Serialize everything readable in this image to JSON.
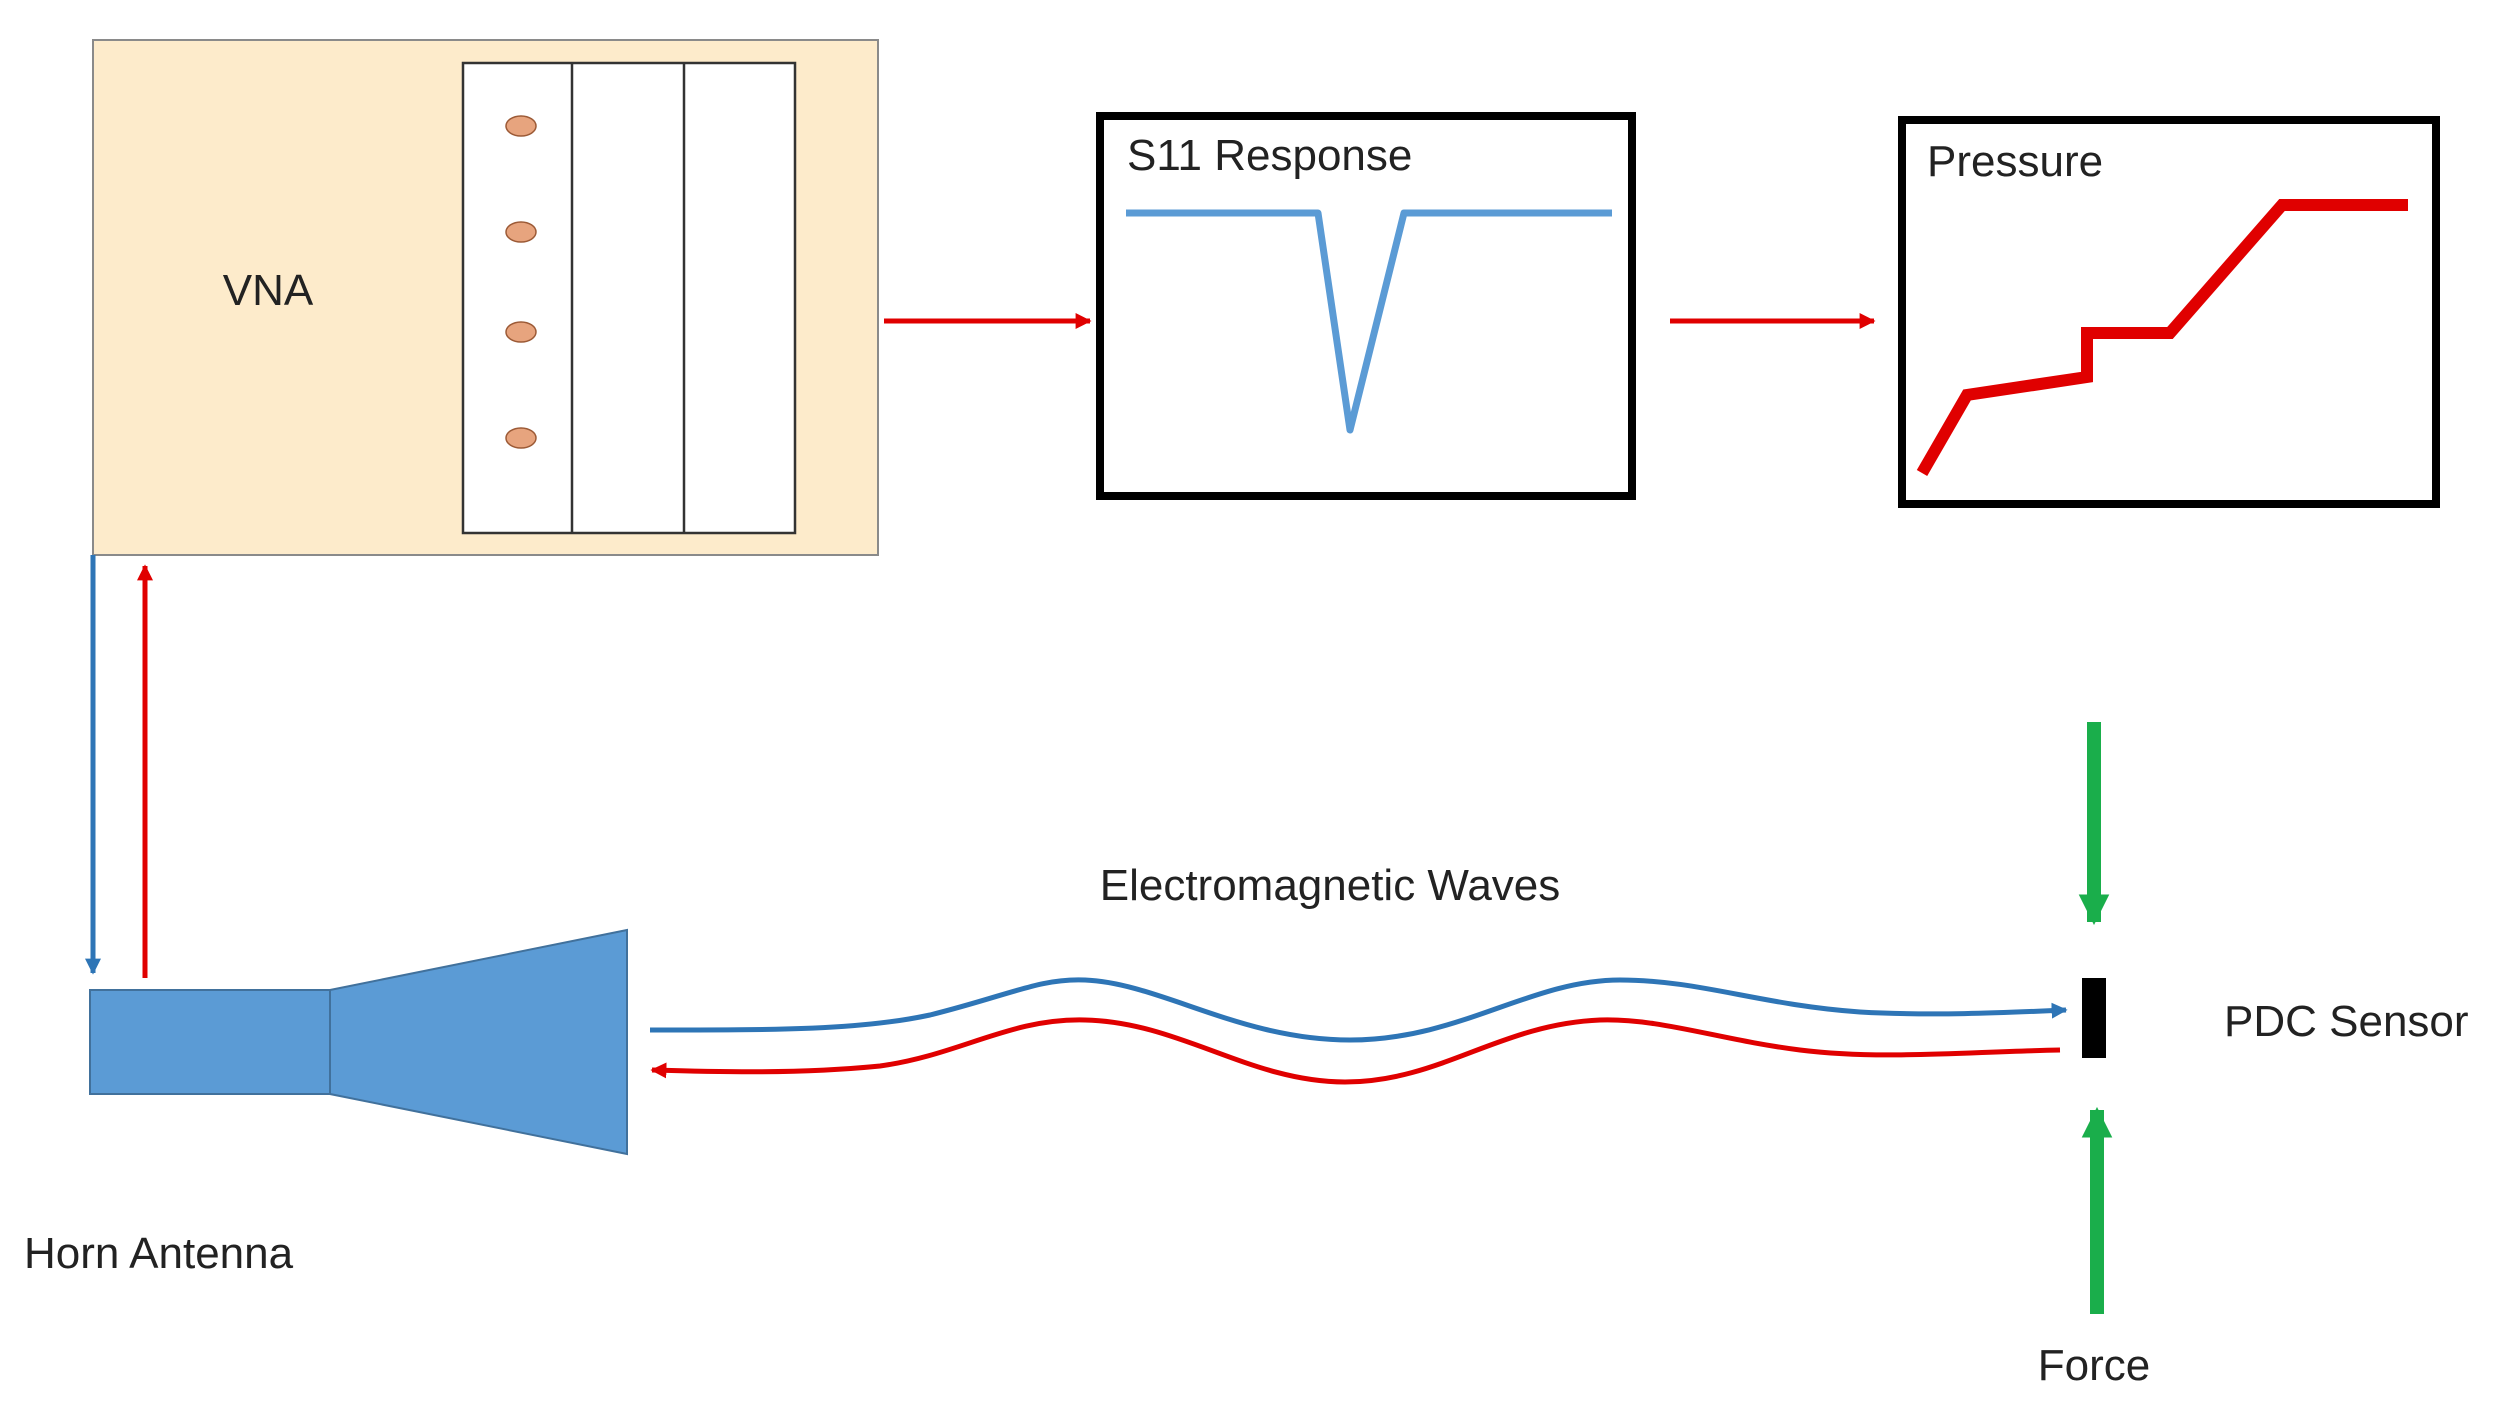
{
  "labels": {
    "vna": "VNA",
    "s11_response": "S11 Response",
    "pressure": "Pressure",
    "electromagnetic_waves": "Electromagnetic Waves",
    "pdc_sensor": "PDC Sensor",
    "horn_antenna": "Horn Antenna",
    "force": "Force"
  },
  "colors": {
    "vna_fill": "#FDEBCB",
    "signal_out": "#2E75B6",
    "signal_return": "#E00000",
    "antenna": "#5B9BD5",
    "force_arrow": "#1AAE4B",
    "sensor": "#000000",
    "port_dot": "#E7A47E",
    "s11_trace": "#5B9BD5",
    "pressure_trace": "#E00000"
  }
}
